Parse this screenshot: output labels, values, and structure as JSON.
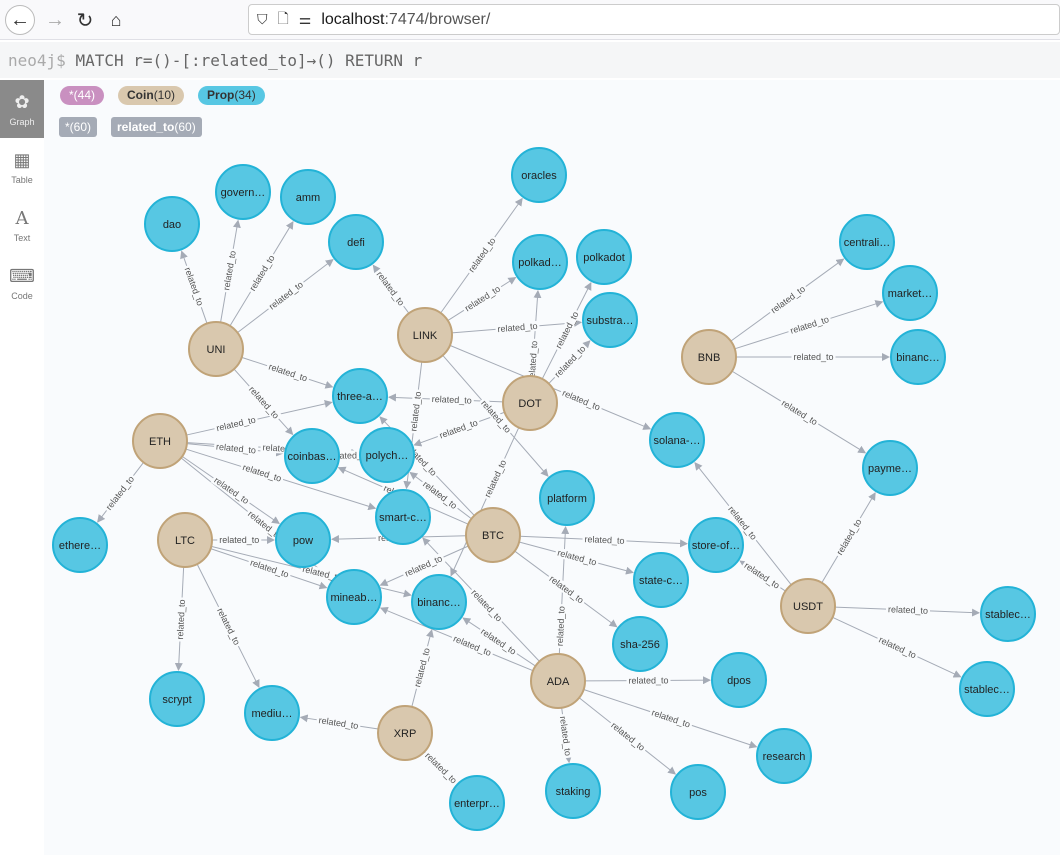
{
  "browser": {
    "url_host": "localhost",
    "url_path": ":7474/browser/"
  },
  "query": {
    "prompt": "neo4j$",
    "text": "MATCH r=()-[:related_to]→() RETURN r"
  },
  "sidebar": {
    "items": [
      {
        "label": "Graph",
        "icon": "graph-icon",
        "active": true
      },
      {
        "label": "Table",
        "icon": "table-icon"
      },
      {
        "label": "Text",
        "icon": "text-icon"
      },
      {
        "label": "Code",
        "icon": "code-icon"
      }
    ]
  },
  "legend": {
    "node_labels": [
      {
        "name": "*",
        "count": "(44)",
        "color": "#c990c0"
      },
      {
        "name": "Coin",
        "count": "(10)",
        "color": "#d9c8ae"
      },
      {
        "name": "Prop",
        "count": "(34)",
        "color": "#57c7e3"
      }
    ],
    "rel_types": [
      {
        "name": "*",
        "count": "(60)"
      },
      {
        "name": "related_to",
        "count": "(60)"
      }
    ]
  },
  "colors": {
    "coin": "#d9c8ae",
    "coin_border": "#c0a378",
    "prop": "#57c7e3",
    "prop_border": "#23b3d7",
    "edge": "#a5abb6"
  },
  "nodes": [
    {
      "id": "UNI",
      "caption": "UNI",
      "kind": "coin"
    },
    {
      "id": "LINK",
      "caption": "LINK",
      "kind": "coin"
    },
    {
      "id": "DOT",
      "caption": "DOT",
      "kind": "coin"
    },
    {
      "id": "BNB",
      "caption": "BNB",
      "kind": "coin"
    },
    {
      "id": "ETH",
      "caption": "ETH",
      "kind": "coin"
    },
    {
      "id": "BTC",
      "caption": "BTC",
      "kind": "coin"
    },
    {
      "id": "LTC",
      "caption": "LTC",
      "kind": "coin"
    },
    {
      "id": "USDT",
      "caption": "USDT",
      "kind": "coin"
    },
    {
      "id": "ADA",
      "caption": "ADA",
      "kind": "coin"
    },
    {
      "id": "XRP",
      "caption": "XRP",
      "kind": "coin"
    },
    {
      "id": "dao",
      "caption": "dao",
      "kind": "prop"
    },
    {
      "id": "gov",
      "caption": "govern…",
      "kind": "prop"
    },
    {
      "id": "amm",
      "caption": "amm",
      "kind": "prop"
    },
    {
      "id": "defi",
      "caption": "defi",
      "kind": "prop"
    },
    {
      "id": "oracles",
      "caption": "oracles",
      "kind": "prop"
    },
    {
      "id": "polkad",
      "caption": "polkad…",
      "kind": "prop"
    },
    {
      "id": "polkadot",
      "caption": "polkadot",
      "kind": "prop"
    },
    {
      "id": "substra",
      "caption": "substra…",
      "kind": "prop"
    },
    {
      "id": "centrali",
      "caption": "centrali…",
      "kind": "prop"
    },
    {
      "id": "market",
      "caption": "market…",
      "kind": "prop"
    },
    {
      "id": "binanc1",
      "caption": "binanc…",
      "kind": "prop"
    },
    {
      "id": "threea",
      "caption": "three-a…",
      "kind": "prop"
    },
    {
      "id": "coinbase",
      "caption": "coinbas…",
      "kind": "prop"
    },
    {
      "id": "polych",
      "caption": "polych…",
      "kind": "prop"
    },
    {
      "id": "solana",
      "caption": "solana-…",
      "kind": "prop"
    },
    {
      "id": "payme",
      "caption": "payme…",
      "kind": "prop"
    },
    {
      "id": "platform",
      "caption": "platform",
      "kind": "prop"
    },
    {
      "id": "smartc",
      "caption": "smart-c…",
      "kind": "prop"
    },
    {
      "id": "ethere",
      "caption": "ethere…",
      "kind": "prop"
    },
    {
      "id": "pow",
      "caption": "pow",
      "kind": "prop"
    },
    {
      "id": "storeof",
      "caption": "store-of…",
      "kind": "prop"
    },
    {
      "id": "statec",
      "caption": "state-c…",
      "kind": "prop"
    },
    {
      "id": "mineab",
      "caption": "mineab…",
      "kind": "prop"
    },
    {
      "id": "binanc2",
      "caption": "binanc…",
      "kind": "prop"
    },
    {
      "id": "stablec1",
      "caption": "stablec…",
      "kind": "prop"
    },
    {
      "id": "sha256",
      "caption": "sha-256",
      "kind": "prop"
    },
    {
      "id": "scrypt",
      "caption": "scrypt",
      "kind": "prop"
    },
    {
      "id": "dpos",
      "caption": "dpos",
      "kind": "prop"
    },
    {
      "id": "stablec2",
      "caption": "stablec…",
      "kind": "prop"
    },
    {
      "id": "medium",
      "caption": "mediu…",
      "kind": "prop"
    },
    {
      "id": "research",
      "caption": "research",
      "kind": "prop"
    },
    {
      "id": "staking",
      "caption": "staking",
      "kind": "prop"
    },
    {
      "id": "pos",
      "caption": "pos",
      "kind": "prop"
    },
    {
      "id": "enterpr",
      "caption": "enterpr…",
      "kind": "prop"
    }
  ],
  "edges": [
    [
      "UNI",
      "dao"
    ],
    [
      "UNI",
      "gov"
    ],
    [
      "UNI",
      "amm"
    ],
    [
      "UNI",
      "defi"
    ],
    [
      "UNI",
      "threea"
    ],
    [
      "UNI",
      "coinbase"
    ],
    [
      "LINK",
      "defi"
    ],
    [
      "LINK",
      "oracles"
    ],
    [
      "LINK",
      "polkad"
    ],
    [
      "LINK",
      "substra"
    ],
    [
      "LINK",
      "smartc"
    ],
    [
      "LINK",
      "platform"
    ],
    [
      "LINK",
      "solana"
    ],
    [
      "DOT",
      "polkad"
    ],
    [
      "DOT",
      "polkadot"
    ],
    [
      "DOT",
      "substra"
    ],
    [
      "DOT",
      "threea"
    ],
    [
      "DOT",
      "polych"
    ],
    [
      "DOT",
      "binanc2"
    ],
    [
      "ETH",
      "threea"
    ],
    [
      "ETH",
      "coinbase"
    ],
    [
      "ETH",
      "polych"
    ],
    [
      "ETH",
      "smartc"
    ],
    [
      "ETH",
      "pow"
    ],
    [
      "ETH",
      "mineab"
    ],
    [
      "ETH",
      "ethere"
    ],
    [
      "coinbase",
      "polych"
    ],
    [
      "BTC",
      "polych"
    ],
    [
      "BTC",
      "coinbase"
    ],
    [
      "BTC",
      "threea"
    ],
    [
      "BTC",
      "pow"
    ],
    [
      "BTC",
      "mineab"
    ],
    [
      "BTC",
      "storeof"
    ],
    [
      "BTC",
      "statec"
    ],
    [
      "BTC",
      "sha256"
    ],
    [
      "LTC",
      "pow"
    ],
    [
      "LTC",
      "scrypt"
    ],
    [
      "LTC",
      "medium"
    ],
    [
      "LTC",
      "mineab"
    ],
    [
      "LTC",
      "binanc2"
    ],
    [
      "ADA",
      "smartc"
    ],
    [
      "ADA",
      "binanc2"
    ],
    [
      "ADA",
      "mineab"
    ],
    [
      "ADA",
      "platform"
    ],
    [
      "ADA",
      "dpos"
    ],
    [
      "ADA",
      "research"
    ],
    [
      "ADA",
      "pos"
    ],
    [
      "ADA",
      "staking"
    ],
    [
      "XRP",
      "binanc2"
    ],
    [
      "XRP",
      "medium"
    ],
    [
      "XRP",
      "enterpr"
    ],
    [
      "BNB",
      "centrali"
    ],
    [
      "BNB",
      "market"
    ],
    [
      "BNB",
      "binanc1"
    ],
    [
      "BNB",
      "payme"
    ],
    [
      "USDT",
      "payme"
    ],
    [
      "USDT",
      "solana"
    ],
    [
      "USDT",
      "storeof"
    ],
    [
      "USDT",
      "stablec1"
    ],
    [
      "USDT",
      "stablec2"
    ]
  ],
  "edge_type": "related_to"
}
